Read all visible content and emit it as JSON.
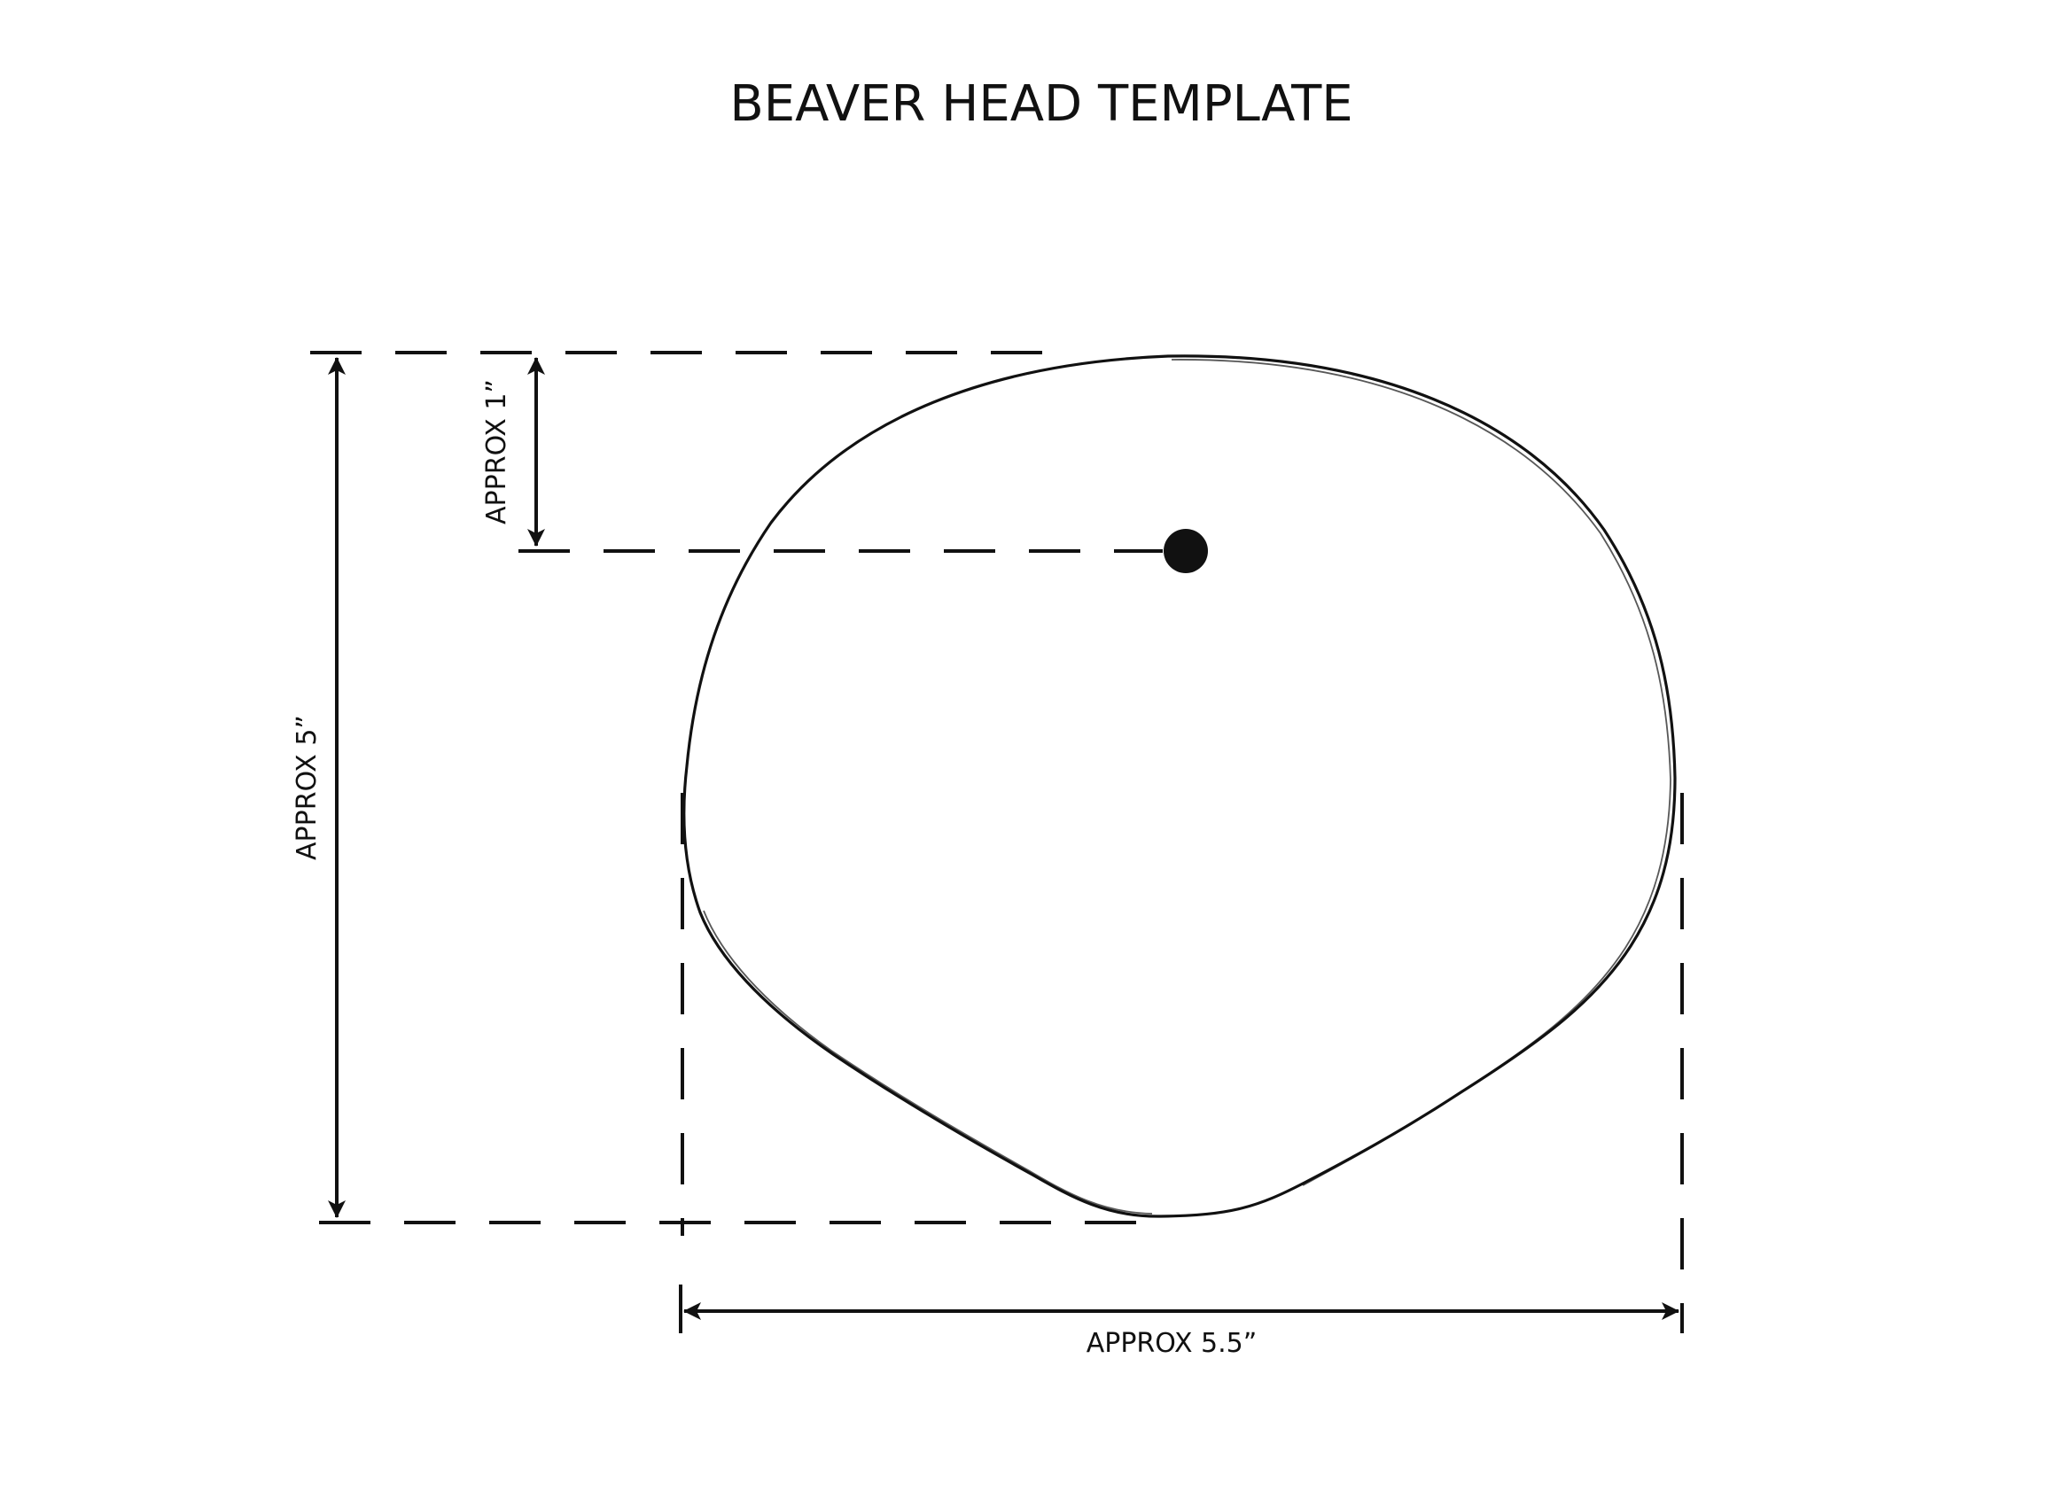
{
  "title": "BEAVER HEAD TEMPLATE",
  "labels": {
    "height": "APPROX 5”",
    "eye_offset": "APPROX 1”",
    "width": "APPROX 5.5”"
  },
  "colors": {
    "ink": "#111111",
    "paper": "#ffffff"
  }
}
